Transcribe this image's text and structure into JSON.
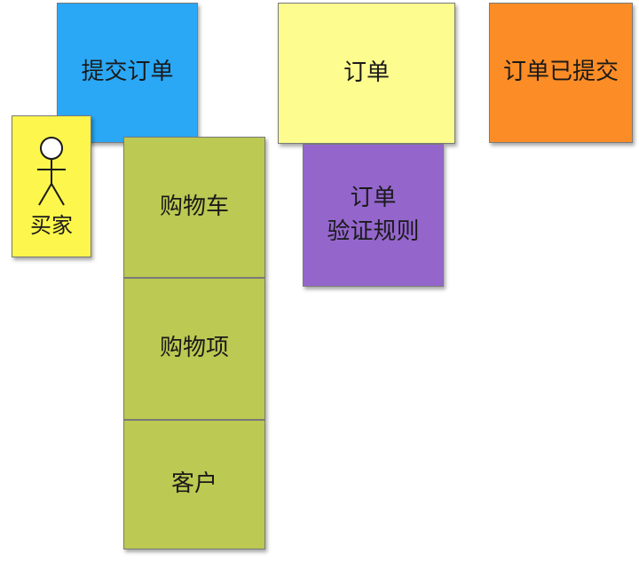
{
  "colors": {
    "command": "#2aa8f6",
    "aggregate_root": "#fdfc8e",
    "domain_event": "#fc8c25",
    "policy": "#9466cc",
    "aggregate": "#bcc952",
    "actor": "#fdf64c"
  },
  "notes": {
    "command": "提交订单",
    "aggregate_root": "订单",
    "domain_event": "订单已提交",
    "policy": "订单\n验证规则",
    "actor": "买家",
    "aggregate_cart": "购物车",
    "aggregate_item": "购物项",
    "aggregate_customer": "客户"
  },
  "icons": {
    "actor": "stick-figure-icon"
  }
}
